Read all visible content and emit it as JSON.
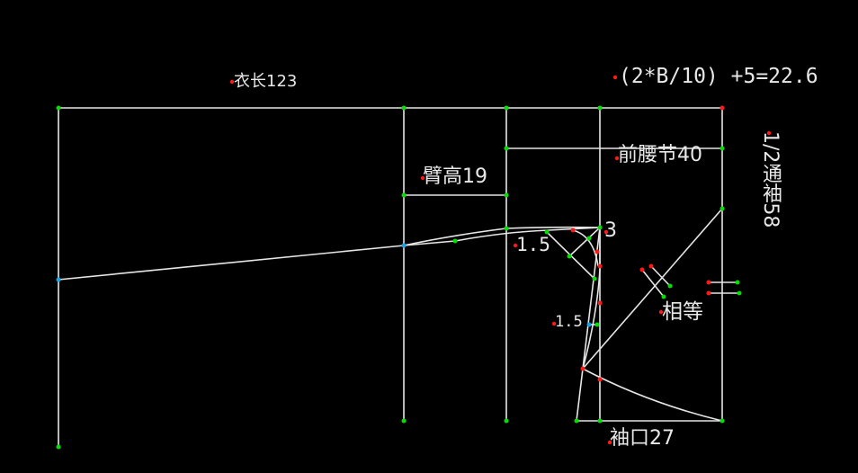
{
  "drawing": {
    "background": "#000000",
    "line_color": "#e6e6e6",
    "point_colors": {
      "control": "#00e000",
      "marker": "#ff1a1a",
      "joint": "#12a5e8"
    },
    "labels": {
      "garment_length": "衣长123",
      "formula": "(2*B/10) +5=22.6",
      "front_waist": "前腰节40",
      "half_sleeve": "1/2通袖58",
      "sleeve_height": "臂高19",
      "offset_3": "3",
      "offset_1_5_a": "1.5",
      "offset_1_5_b": "1.5",
      "equal": "相等",
      "cuff": "袖口27"
    }
  }
}
